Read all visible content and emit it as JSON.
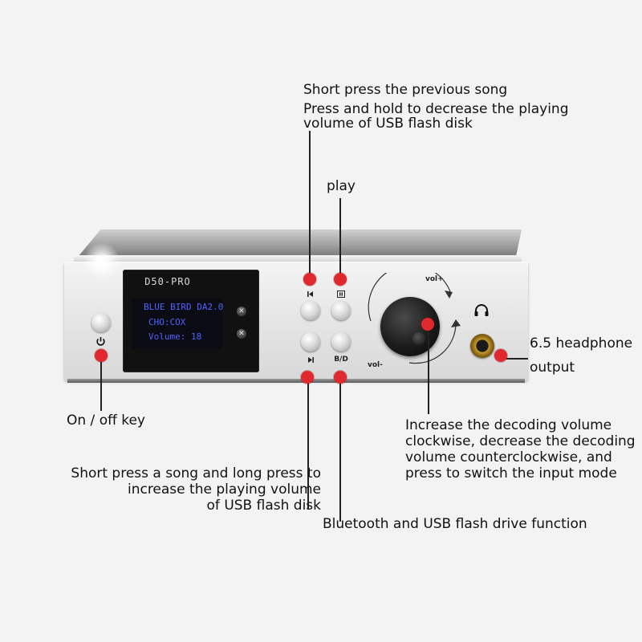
{
  "device": {
    "model": "D50-PRO",
    "screen_lines": [
      "BLUE BIRD DA2.0",
      "CHO:COX",
      "Volume:  18"
    ],
    "button_labels": {
      "bd": "B/D",
      "vol_plus": "vol+",
      "vol_minus": "vol-"
    }
  },
  "callouts": {
    "prev_song_1": "Short press the previous song",
    "prev_song_2": "Press and hold to decrease the playing",
    "prev_song_3": "volume of USB flash disk",
    "play": "play",
    "headphone_1": "6.5 headphone",
    "headphone_2": "output",
    "power": "On / off key",
    "knob_1": "Increase the decoding volume",
    "knob_2": "clockwise, decrease the decoding",
    "knob_3": "volume counterclockwise, and",
    "knob_4": "press to switch the input mode",
    "next_song_1": "Short press a song and long press to",
    "next_song_2": "increase the playing volume",
    "next_song_3": "of USB flash disk",
    "bluetooth": "Bluetooth and USB flash drive function"
  },
  "colors": {
    "marker": "#e0292e",
    "screen_text": "#4f63ff"
  },
  "icons": [
    "power-icon",
    "previous-track-icon",
    "play-pause-icon",
    "next-track-icon",
    "headphone-icon",
    "close-icon"
  ]
}
